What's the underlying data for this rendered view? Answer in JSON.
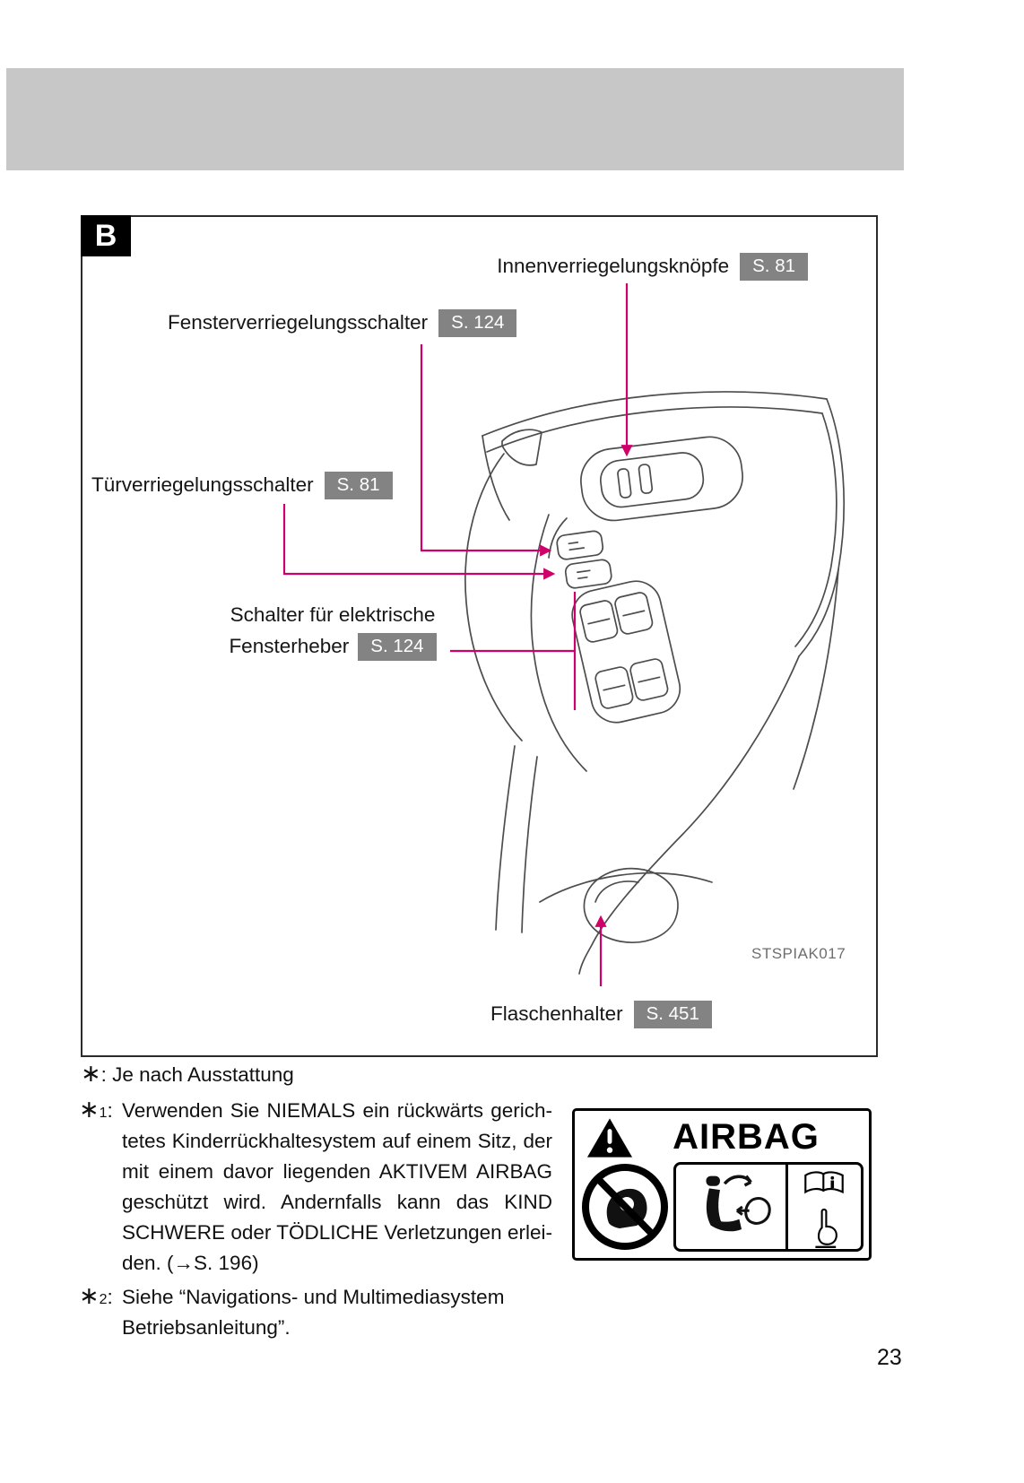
{
  "page": {
    "number": "23"
  },
  "figure": {
    "panel_label": "B",
    "watermark": "STSPIAK017",
    "callouts": {
      "inner_lock_knobs": {
        "label": "Innenverriegelungsknöpfe",
        "ref": "S. 81"
      },
      "window_lock_switch": {
        "label": "Fensterverriegelungsschalter",
        "ref": "S. 124"
      },
      "door_lock_switch": {
        "label": "Türverriegelungsschalter",
        "ref": "S. 81"
      },
      "power_window_switches": {
        "label_line1": "Schalter für elektrische",
        "label_line2": "Fensterheber",
        "ref": "S. 124"
      },
      "bottle_holder": {
        "label": "Flaschenhalter",
        "ref": "S. 451"
      }
    }
  },
  "footnotes": {
    "star": {
      "symbol": "∗",
      "text": ": Je nach Ausstattung"
    },
    "note1": {
      "symbol": "∗",
      "sup": "1",
      "colon": ":",
      "lines": [
        "Verwenden Sie NIEMALS ein rückwärts gerich-",
        "tetes Kinderrückhaltesystem auf einem Sitz, der",
        "mit einem davor liegenden AKTIVEM AIRBAG",
        "geschützt wird. Andernfalls kann das KIND",
        "SCHWERE oder TÖDLICHE Verletzungen erlei-",
        "den. (→S. 196)"
      ]
    },
    "note2": {
      "symbol": "∗",
      "sup": "2",
      "colon": ":",
      "lines": [
        "Siehe “Navigations- und Multimediasystem",
        "Betriebsanleitung”."
      ]
    }
  },
  "warning_label": {
    "title": "AIRBAG"
  },
  "colors": {
    "header_band": "#c7c7c7",
    "callout_arrow": "#d0006b",
    "ref_tag_bg": "#838383",
    "ref_tag_text": "#ffffff",
    "line_art": "#4d4d4d"
  }
}
